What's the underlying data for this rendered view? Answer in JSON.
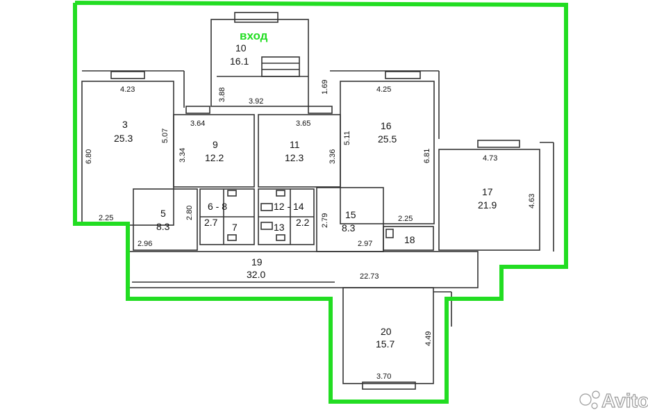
{
  "plan": {
    "entrance_label": "вход",
    "rooms": [
      {
        "number": "10",
        "area": "16.1"
      },
      {
        "number": "3",
        "area": "25.3"
      },
      {
        "number": "9",
        "area": "12.2"
      },
      {
        "number": "11",
        "area": "12.3"
      },
      {
        "number": "16",
        "area": "25.5"
      },
      {
        "number": "17",
        "area": "21.9"
      },
      {
        "number": "5",
        "area": "8.3"
      },
      {
        "number": "15",
        "area": "8.3"
      },
      {
        "number": "19",
        "area": "32.0"
      },
      {
        "number": "20",
        "area": "15.7"
      }
    ],
    "small_rooms": {
      "r6_8": "6 - 8",
      "r7_area": "2.7",
      "r7": "7",
      "r12_14": "12 - 14",
      "r13": "13",
      "r13_area": "2.2",
      "r18": "18"
    },
    "dimensions": {
      "d423": "4.23",
      "d680": "6.80",
      "d507": "5.07",
      "d225a": "2.25",
      "d388": "3.88",
      "d392": "3.92",
      "d169": "1.69",
      "d364": "3.64",
      "d334": "3.34",
      "d365": "3.65",
      "d336": "3.36",
      "d425": "4.25",
      "d511": "5.11",
      "d681": "6.81",
      "d225b": "2.25",
      "d473": "4.73",
      "d463": "4.63",
      "d280": "2.80",
      "d296": "2.96",
      "d279": "2.79",
      "d297": "2.97",
      "d2273": "22.73",
      "d449": "4.49",
      "d370": "3.70"
    },
    "outline_color": "#22dd22",
    "wall_color": "#333333"
  },
  "watermark": {
    "text": "Avito"
  }
}
